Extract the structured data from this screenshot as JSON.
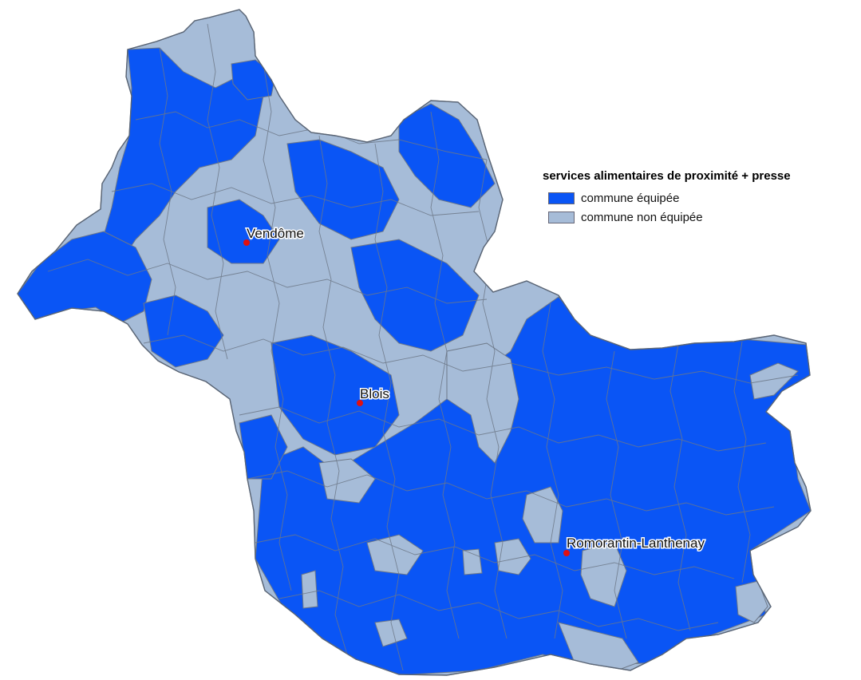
{
  "legend": {
    "title": "services alimentaires de proximité + presse",
    "items": [
      {
        "label": "commune équipée",
        "color": "#0a55f5"
      },
      {
        "label": "commune non équipée",
        "color": "#a6bcd8"
      }
    ]
  },
  "colors": {
    "equipped": "#0a55f5",
    "not_equipped": "#a6bcd8",
    "borders": "#6d7888",
    "city_marker": "#e01010"
  },
  "cities": [
    {
      "name": "Vendôme"
    },
    {
      "name": "Blois"
    },
    {
      "name": "Romorantin-Lanthenay"
    }
  ]
}
